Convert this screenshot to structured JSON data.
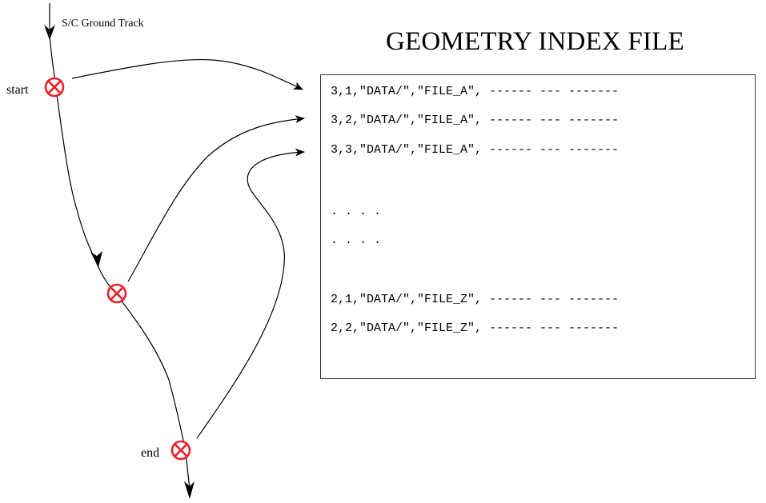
{
  "diagram": {
    "ground_track_label": "S/C Ground Track",
    "file_title": "GEOMETRY INDEX FILE",
    "points": [
      {
        "id": "start",
        "label": "start"
      },
      {
        "id": "middle",
        "label": ""
      },
      {
        "id": "end",
        "label": "end"
      }
    ],
    "index_file": {
      "lines": [
        "3,1,\"DATA/\",\"FILE_A\", ------ --- -------",
        "3,2,\"DATA/\",\"FILE_A\", ------ --- -------",
        "3,3,\"DATA/\",\"FILE_A\", ------ --- -------",
        ". . . .",
        ". . . .",
        "2,1,\"DATA/\",\"FILE_Z\", ------ --- -------",
        "2,2,\"DATA/\",\"FILE_Z\", ------ --- -------"
      ]
    },
    "colors": {
      "marker": "#e8202a",
      "line": "#000000"
    }
  }
}
